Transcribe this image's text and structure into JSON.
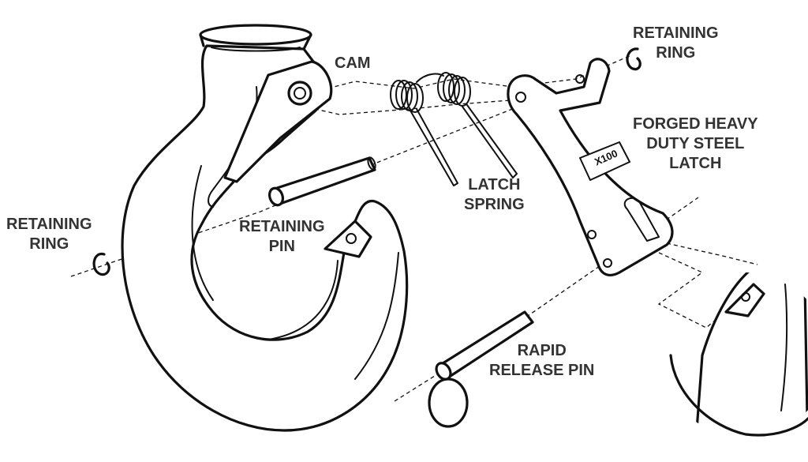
{
  "labels": {
    "cam": [
      "CAM"
    ],
    "retaining_ring_top": [
      "RETAINING",
      "RING"
    ],
    "forged_latch": [
      "FORGED HEAVY",
      "DUTY STEEL",
      "LATCH"
    ],
    "latch_spring": [
      "LATCH",
      "SPRING"
    ],
    "retaining_ring_left": [
      "RETAINING",
      "RING"
    ],
    "retaining_pin": [
      "RETAINING",
      "PIN"
    ],
    "rapid_release_pin": [
      "RAPID",
      "RELEASE PIN"
    ]
  },
  "latch_logo": "X100",
  "colors": {
    "label_text": "#333333",
    "line_art": "#111111",
    "background": "#ffffff"
  }
}
